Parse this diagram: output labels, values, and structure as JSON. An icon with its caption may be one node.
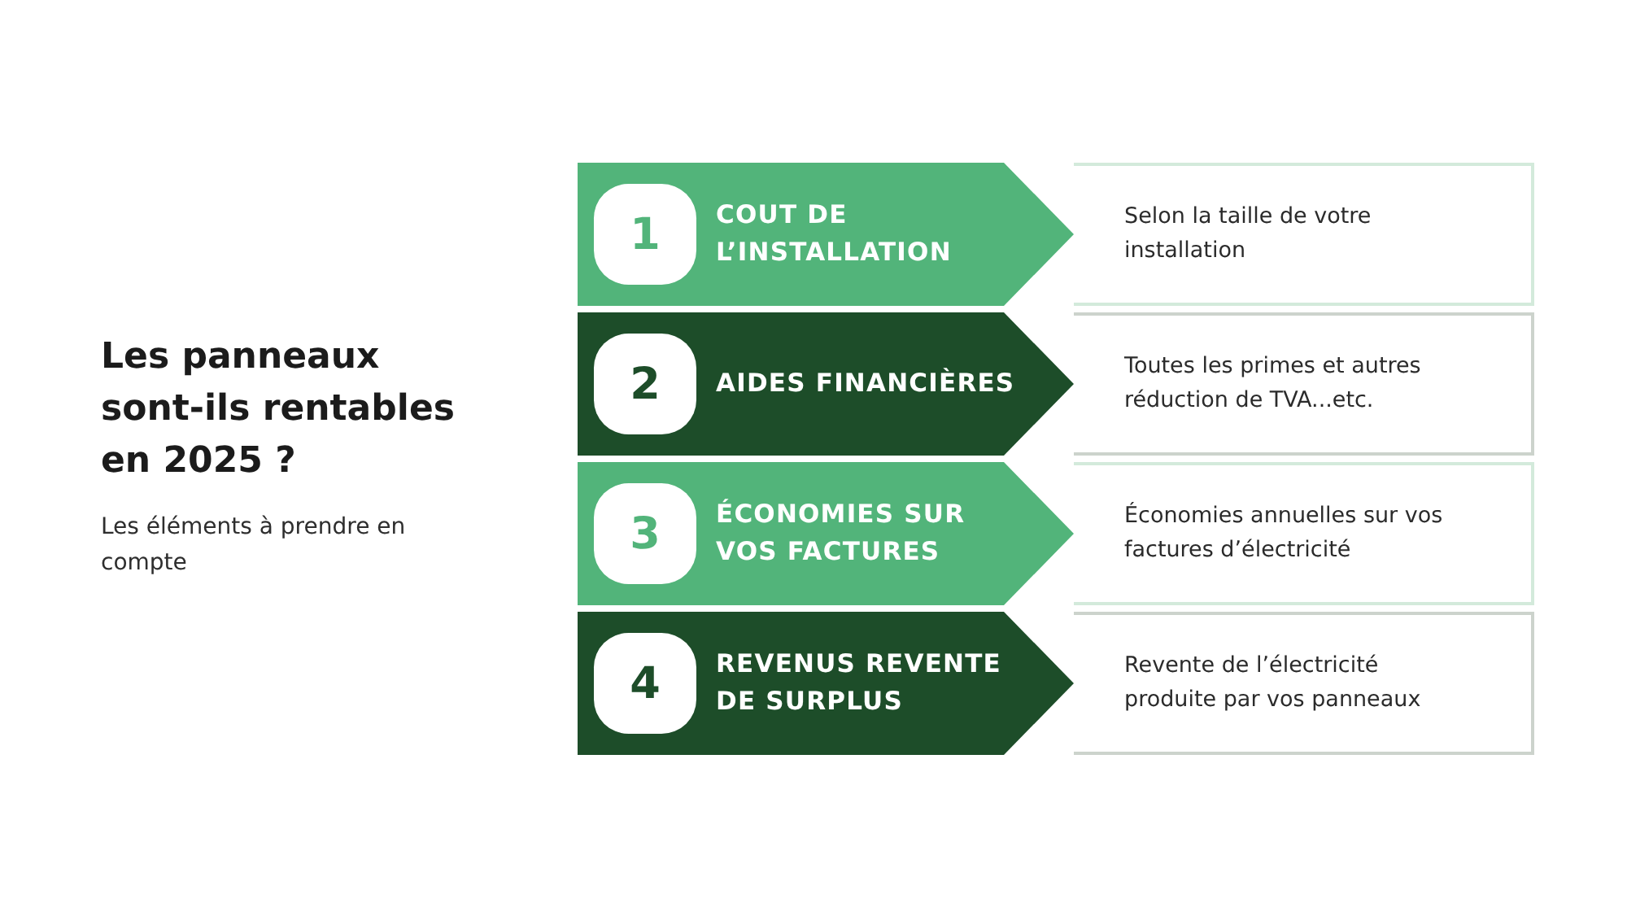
{
  "diagram": {
    "title": "Les panneaux sont-ils rentables en 2025 ?",
    "nodes": [
      {
        "text": [
          "COUT DE L’INSTALLATION"
        ]
      },
      {
        "text": [
          "1"
        ],
        "in": 0
      },
      {
        "text": [
          "Selon la taille de votre installation"
        ]
      },
      {
        "text": [
          "AIDES FINANCIÈRES"
        ]
      },
      {
        "text": [
          "2"
        ],
        "in": 3
      },
      {
        "text": [
          "Toutes les primes et autres réduction de TVA...etc."
        ]
      },
      {
        "text": [
          "ÉCONOMIES SUR VOS FACTURES"
        ]
      },
      {
        "text": [
          "3"
        ],
        "in": 6
      },
      {
        "text": [
          "Économies annuelles sur vos factures d’électricité"
        ]
      },
      {
        "text": [
          "REVENUS REVENTE DE SURPLUS"
        ]
      },
      {
        "text": [
          "4"
        ],
        "in": 9
      },
      {
        "text": [
          "Revente de l’électricité produite par vos panneaux"
        ]
      }
    ],
    "labels": [
      "Les éléments à prendre en compte"
    ]
  }
}
